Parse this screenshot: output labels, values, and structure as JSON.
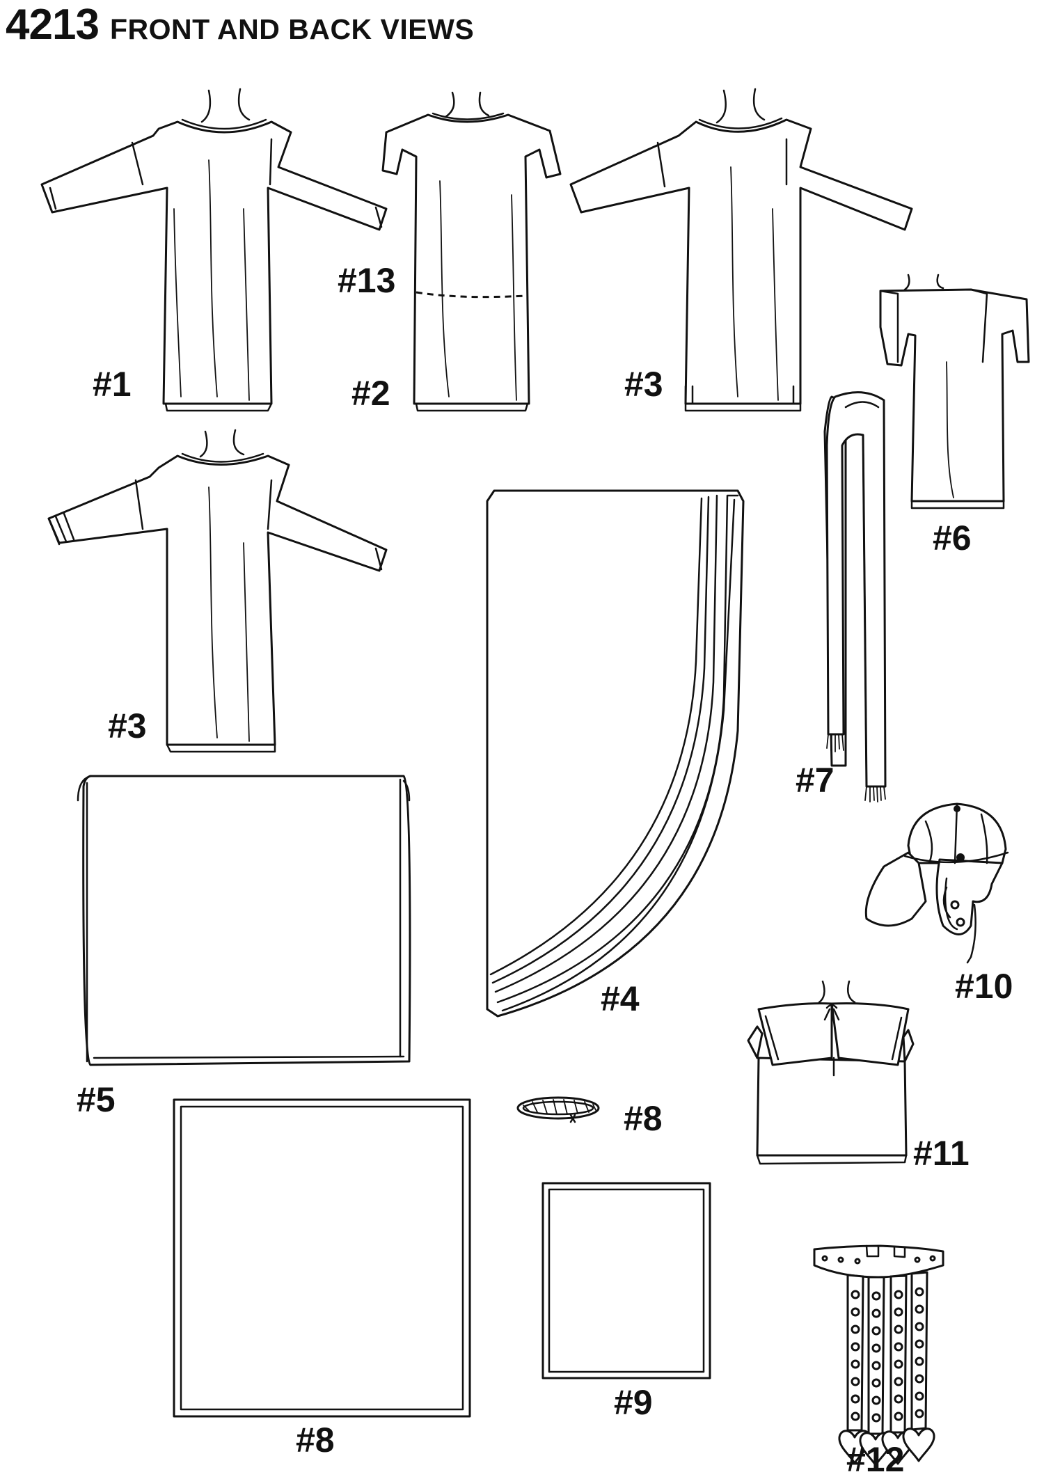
{
  "header": {
    "pattern_number": "4213",
    "title": "FRONT AND BACK VIEWS"
  },
  "views": [
    {
      "id": "view-1",
      "label": "#1",
      "item": "long-sleeve-tunic"
    },
    {
      "id": "view-2",
      "label": "#2",
      "item": "short-sleeve-tunic"
    },
    {
      "id": "view-13",
      "label": "#13",
      "item": "tunic-shortening-line"
    },
    {
      "id": "view-3-top",
      "label": "#3",
      "item": "long-sleeve-tunic-side-slits"
    },
    {
      "id": "view-6",
      "label": "#6",
      "item": "short-tunic"
    },
    {
      "id": "view-3-bottom",
      "label": "#3",
      "item": "long-sleeve-tunic-banded-cuffs"
    },
    {
      "id": "view-4",
      "label": "#4",
      "item": "cape"
    },
    {
      "id": "view-7",
      "label": "#7",
      "item": "fringed-stole"
    },
    {
      "id": "view-10",
      "label": "#10",
      "item": "helmet"
    },
    {
      "id": "view-5",
      "label": "#5",
      "item": "rectangular-cloth"
    },
    {
      "id": "view-8-belt",
      "label": "#8",
      "item": "cord-belt"
    },
    {
      "id": "view-11",
      "label": "#11",
      "item": "shoulder-collar-top"
    },
    {
      "id": "view-8-square",
      "label": "#8",
      "item": "large-square-cloth"
    },
    {
      "id": "view-9",
      "label": "#9",
      "item": "small-square-cloth"
    },
    {
      "id": "view-12",
      "label": "#12",
      "item": "studded-belt-with-hearts"
    }
  ]
}
